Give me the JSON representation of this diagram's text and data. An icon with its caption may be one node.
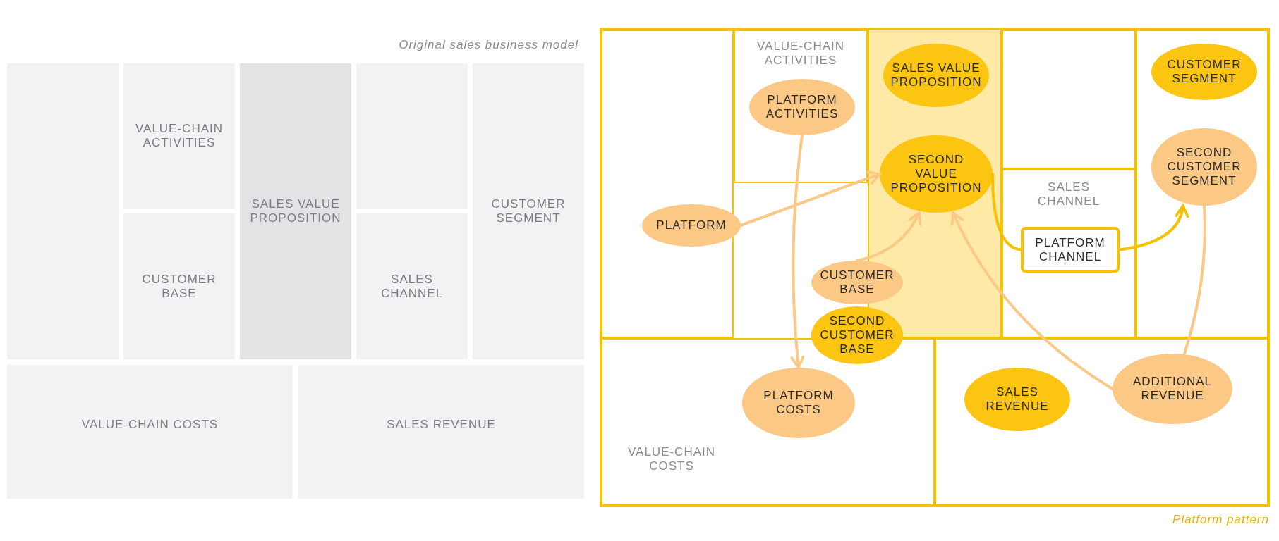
{
  "diagram": {
    "nodes": [
      {
        "text": [
          "Original sales business model"
        ]
      },
      {
        "text": [],
        "shape": "box",
        "in": 0
      },
      {
        "text": [
          "VALUE-CHAIN ACTIVITIES"
        ],
        "in": 0
      },
      {
        "text": [
          "CUSTOMER BASE"
        ],
        "in": 0
      },
      {
        "text": [
          "SALES VALUE PROPOSITION"
        ],
        "in": 0
      },
      {
        "text": [],
        "shape": "box",
        "in": 0
      },
      {
        "text": [
          "SALES CHANNEL"
        ],
        "in": 0
      },
      {
        "text": [
          "CUSTOMER SEGMENT"
        ],
        "in": 0
      },
      {
        "text": [
          "VALUE-CHAIN COSTS"
        ],
        "in": 0
      },
      {
        "text": [
          "SALES REVENUE"
        ],
        "in": 0
      },
      {
        "text": [
          "Platform pattern"
        ]
      },
      {
        "text": [],
        "shape": "box",
        "in": 10
      },
      {
        "text": [
          "VALUE-CHAIN ACTIVITIES"
        ],
        "in": 10
      },
      {
        "text": [
          "PLATFORM ACTIVITIES"
        ],
        "in": 12
      },
      {
        "text": [
          "PLATFORM"
        ],
        "in": 10
      },
      {
        "text": [
          "CUSTOMER BASE"
        ],
        "in": 10
      },
      {
        "text": [
          "SECOND CUSTOMER BASE"
        ],
        "in": 10
      },
      {
        "text": [],
        "shape": "box",
        "in": 10
      },
      {
        "text": [
          "SALES VALUE PROPOSITION"
        ],
        "in": 17
      },
      {
        "text": [
          "SECOND VALUE PROPOSITION"
        ],
        "in": 17
      },
      {
        "text": [],
        "shape": "box",
        "in": 10
      },
      {
        "text": [
          "SALES CHANNEL"
        ],
        "in": 10
      },
      {
        "text": [
          "PLATFORM CHANNEL"
        ],
        "in": 21
      },
      {
        "text": [],
        "shape": "box",
        "in": 10
      },
      {
        "text": [
          "CUSTOMER SEGMENT"
        ],
        "in": 23
      },
      {
        "text": [
          "SECOND CUSTOMER SEGMENT"
        ],
        "in": 23
      },
      {
        "text": [
          "VALUE-CHAIN COSTS"
        ],
        "in": 10
      },
      {
        "text": [
          "PLATFORM COSTS"
        ],
        "in": 26
      },
      {
        "text": [],
        "shape": "box",
        "in": 10
      },
      {
        "text": [
          "SALES REVENUE"
        ],
        "in": 28
      },
      {
        "text": [
          "ADDITIONAL REVENUE"
        ],
        "in": 28
      }
    ],
    "edges": [
      {
        "from": 13,
        "to": 27,
        "arrow": "to"
      },
      {
        "from": 14,
        "to": 19,
        "arrow": "to"
      },
      {
        "from": 15,
        "to": 19,
        "arrow": "to"
      },
      {
        "from": 19,
        "to": 22,
        "arrow": "none",
        "color": "#f7c000"
      },
      {
        "from": 22,
        "to": 25,
        "arrow": "to",
        "color": "#f7c000"
      },
      {
        "from": 30,
        "to": 19,
        "arrow": "to"
      },
      {
        "from": 25,
        "to": 30,
        "arrow": "none"
      }
    ]
  }
}
